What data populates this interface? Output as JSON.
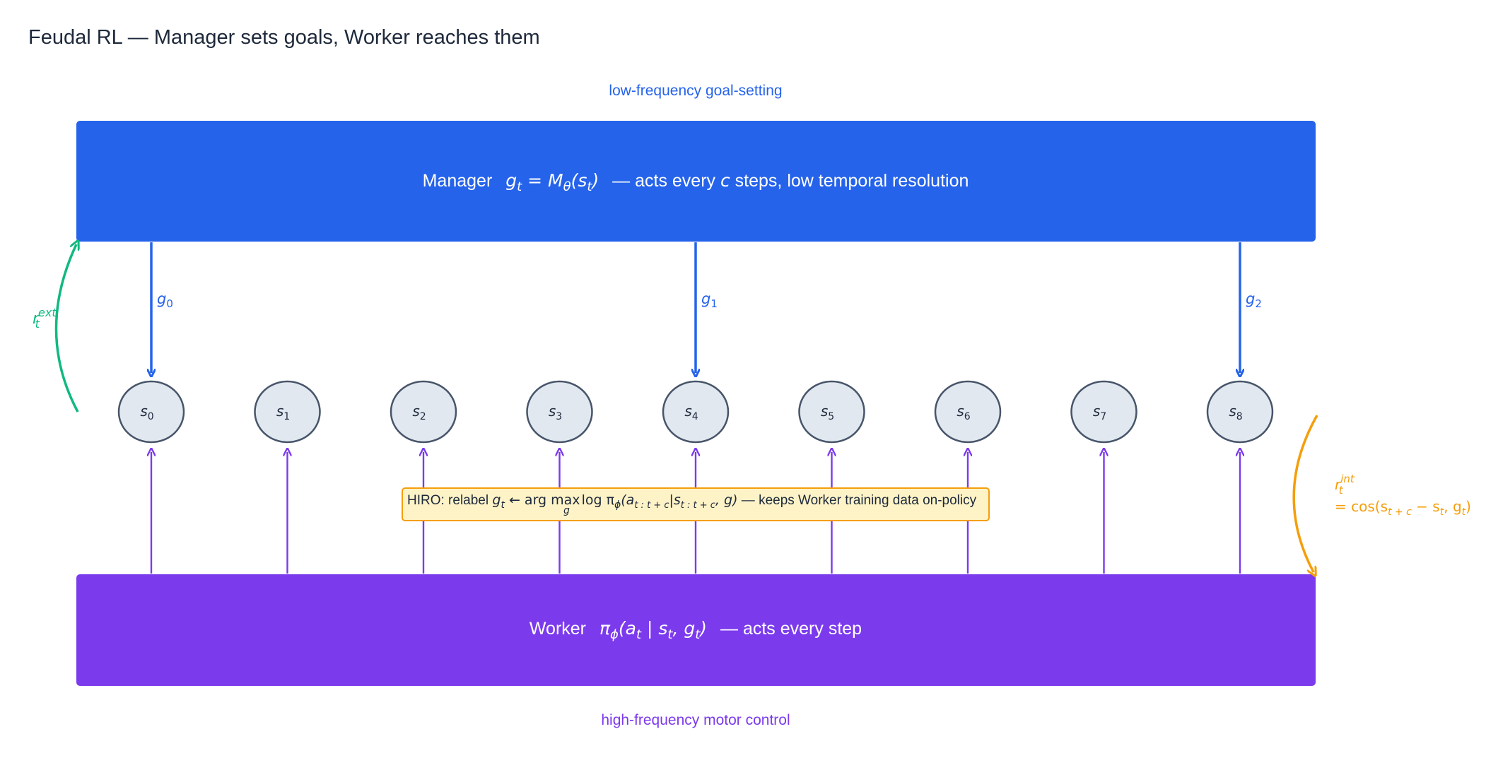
{
  "title": "Feudal RL — Manager sets goals, Worker reaches them",
  "colors": {
    "manager": "#2563eb",
    "worker": "#7c3aed",
    "state_fill": "#e2e8f0",
    "state_stroke": "#475569",
    "extrinsic": "#10b981",
    "intrinsic": "#f59e0b",
    "hiro_fill": "#fef3c7",
    "hiro_stroke": "#f59e0b",
    "text_dark": "#1e293b"
  },
  "labels": {
    "top_caption": "low-frequency goal-setting",
    "bottom_caption": "high-frequency motor control"
  },
  "manager": {
    "prefix": "Manager",
    "formula_g": "g",
    "formula_sub_t": "t",
    "formula_eq": " = ",
    "formula_M": "M",
    "formula_theta": "θ",
    "formula_args": "(s",
    "formula_close": ")",
    "suffix_a": "—  acts every ",
    "suffix_c": "c",
    "suffix_b": " steps, low temporal resolution"
  },
  "worker": {
    "prefix": "Worker",
    "formula_pi": "π",
    "formula_phi": "ϕ",
    "formula_args": "(a",
    "formula_mid": " | s",
    "formula_end": ", g",
    "formula_close": ")",
    "suffix": "—  acts every step"
  },
  "states": [
    "s0",
    "s1",
    "s2",
    "s3",
    "s4",
    "s5",
    "s6",
    "s7",
    "s8"
  ],
  "state_subs": [
    "0",
    "1",
    "2",
    "3",
    "4",
    "5",
    "6",
    "7",
    "8"
  ],
  "goals": [
    {
      "letter": "g",
      "sub": "0",
      "state_index": 0
    },
    {
      "letter": "g",
      "sub": "1",
      "state_index": 4
    },
    {
      "letter": "g",
      "sub": "2",
      "state_index": 8
    }
  ],
  "extrinsic": {
    "letter": "r",
    "sup": "ext",
    "sub": "t"
  },
  "intrinsic": {
    "letter": "r",
    "sup": "int",
    "sub": "t",
    "formula": "= cos(s",
    "f_sub1": "t + c",
    "f_mid": " − s",
    "f_sub2": "t",
    "f_end": ", g",
    "f_sub3": "t",
    "f_close": ")"
  },
  "hiro": {
    "prefix": "HIRO: relabel ",
    "g": "g",
    "g_sub": "t",
    "arrow": " ← arg max",
    "under": "g",
    "log": "log π",
    "phi": "ϕ",
    "open": "(a",
    "sub_a": "t : t + c",
    "bar": "|s",
    "sub_s": "t : t + c",
    "end": ", g)",
    "suffix": " — keeps Worker training data on-policy"
  }
}
